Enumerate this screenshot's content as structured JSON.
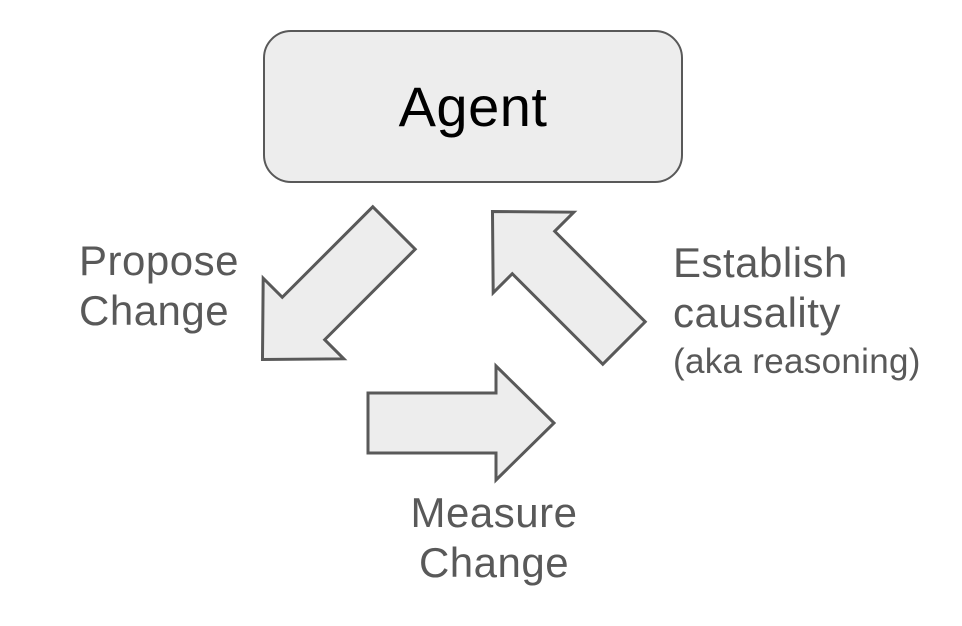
{
  "diagram": {
    "node": {
      "label": "Agent"
    },
    "arrows": {
      "propose": {
        "label_line1": "Propose",
        "label_line2": "Change",
        "direction": "down-left"
      },
      "measure": {
        "label_line1": "Measure",
        "label_line2": "Change",
        "direction": "right"
      },
      "establish": {
        "label_line1": "Establish",
        "label_line2": "causality",
        "label_line3": "(aka reasoning)",
        "direction": "up-left"
      }
    },
    "colors": {
      "background": "#ffffff",
      "shape_fill": "#ededed",
      "shape_stroke": "#595959",
      "label_text": "#595959",
      "node_text": "#000000"
    }
  }
}
